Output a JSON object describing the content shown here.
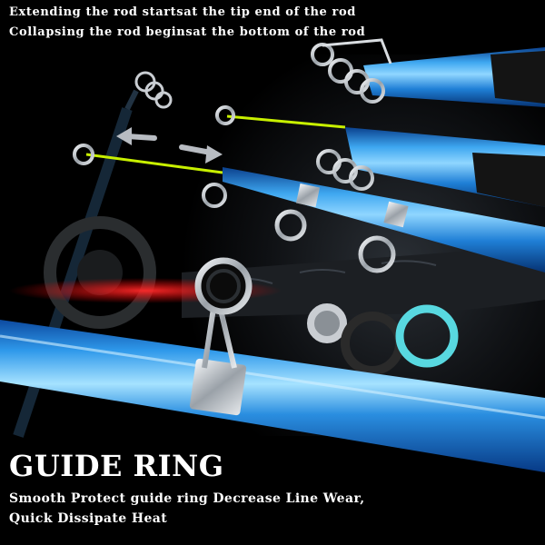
{
  "captions": {
    "line1": "Extending the rod startsat the tip end of the rod",
    "line2": "Collapsing the rod beginsat the bottom of the rod"
  },
  "feature": {
    "headline": "GUIDE RING",
    "desc_line1": "Smooth Protect guide ring Decrease Line Wear,",
    "desc_line2": "Quick Dissipate Heat"
  },
  "colors": {
    "background": "#000000",
    "rod_blue": "#1f7fd6",
    "rod_highlight": "#6fc3ff",
    "grip": "#141414",
    "tip_yellow": "#c8f000",
    "ring_cyan": "#58d8e0",
    "arrow_red": "#ff1a1a",
    "metal": "#c9cdd2",
    "text": "#ffffff"
  },
  "icons": {
    "extend_arrow": "arrow-right-icon",
    "collapse_arrow": "arrow-left-icon"
  }
}
